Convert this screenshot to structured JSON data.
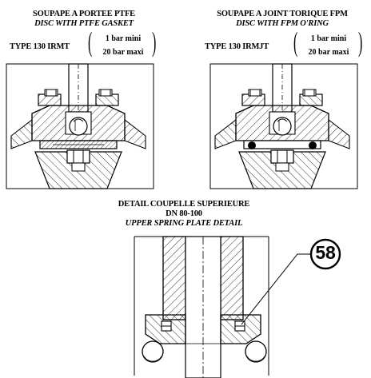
{
  "left_panel": {
    "title": "SOUPAPE A PORTEE PTFE",
    "subtitle": "DISC WITH PTFE GASKET",
    "type_label": "TYPE 130 IRMT",
    "pressure_min": "1 bar mini",
    "pressure_max": "20 bar maxi"
  },
  "right_panel": {
    "title": "SOUPAPE A JOINT TORIQUE  FPM",
    "subtitle": "DISC WITH FPM O'RING",
    "type_label": "TYPE 130 IRMJT",
    "pressure_min": "1 bar mini",
    "pressure_max": "20 bar maxi"
  },
  "bottom_panel": {
    "title": "DETAIL COUPELLE SUPERIEURE",
    "dn": "DN 80-100",
    "subtitle": "UPPER SPRING PLATE DETAIL",
    "callout": "58"
  }
}
